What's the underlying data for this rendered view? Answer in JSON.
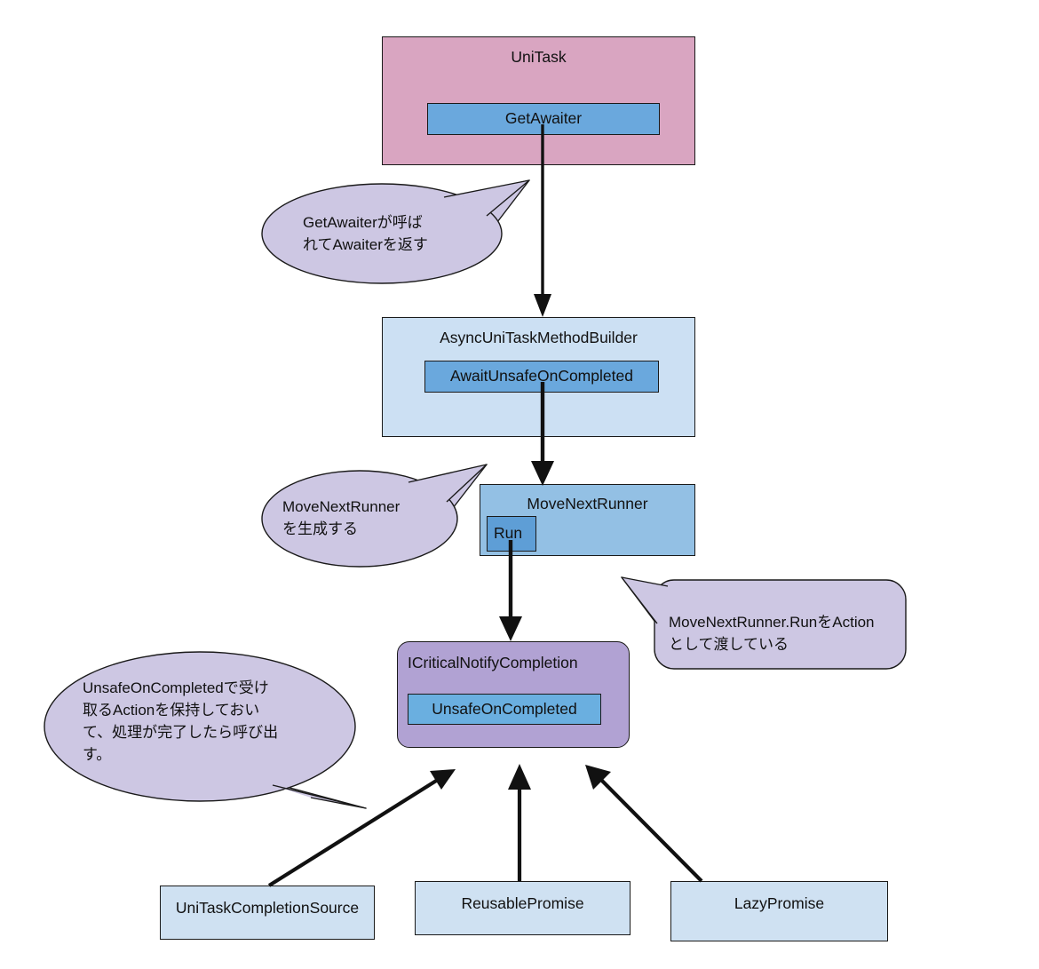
{
  "diagram": {
    "title": "UniTask await flow",
    "type": "flowchart",
    "background": "#ffffff"
  },
  "colors": {
    "unitask_fill": "#d9a5c1",
    "builder_fill": "#cce0f3",
    "runner_fill": "#93c0e4",
    "icritical_fill": "#b1a2d3",
    "member_fill": "#6aa8dd",
    "leaf_fill": "#cfe1f2",
    "callout_fill": "#cdc7e3",
    "stroke": "#1a1a1a"
  },
  "nodes": {
    "unitask": {
      "title": "UniTask",
      "member": "GetAwaiter"
    },
    "builder": {
      "title": "AsyncUniTaskMethodBuilder",
      "member": "AwaitUnsafeOnCompleted"
    },
    "runner": {
      "title": "MoveNextRunner",
      "member": "Run"
    },
    "icritical": {
      "title": "ICriticalNotifyCompletion",
      "member": "UnsafeOnCompleted"
    },
    "completion_source": {
      "title": "UniTaskCompletionSource"
    },
    "reusable_promise": {
      "title": "ReusablePromise"
    },
    "lazy_promise": {
      "title": "LazyPromise"
    }
  },
  "callouts": [
    {
      "id": "callout-1",
      "shape": "ellipse",
      "text": "GetAwaiterが呼ば\nれてAwaiterを返す"
    },
    {
      "id": "callout-2",
      "shape": "ellipse",
      "text": "MoveNextRunner\nを生成する"
    },
    {
      "id": "callout-3",
      "shape": "rounded-rect",
      "text": "MoveNextRunner.RunをAction\nとして渡している"
    },
    {
      "id": "callout-4",
      "shape": "ellipse",
      "text": "UnsafeOnCompletedで受け\n取るActionを保持しておい\nて、処理が完了したら呼び出\nす。"
    }
  ],
  "edges": [
    {
      "from": "unitask.GetAwaiter",
      "to": "builder",
      "style": "arrow"
    },
    {
      "from": "builder.AwaitUnsafeOnCompleted",
      "to": "runner",
      "style": "arrow"
    },
    {
      "from": "runner.Run",
      "to": "icritical",
      "style": "arrow"
    },
    {
      "from": "completion_source",
      "to": "icritical",
      "style": "arrow"
    },
    {
      "from": "reusable_promise",
      "to": "icritical",
      "style": "arrow"
    },
    {
      "from": "lazy_promise",
      "to": "icritical",
      "style": "arrow"
    }
  ]
}
